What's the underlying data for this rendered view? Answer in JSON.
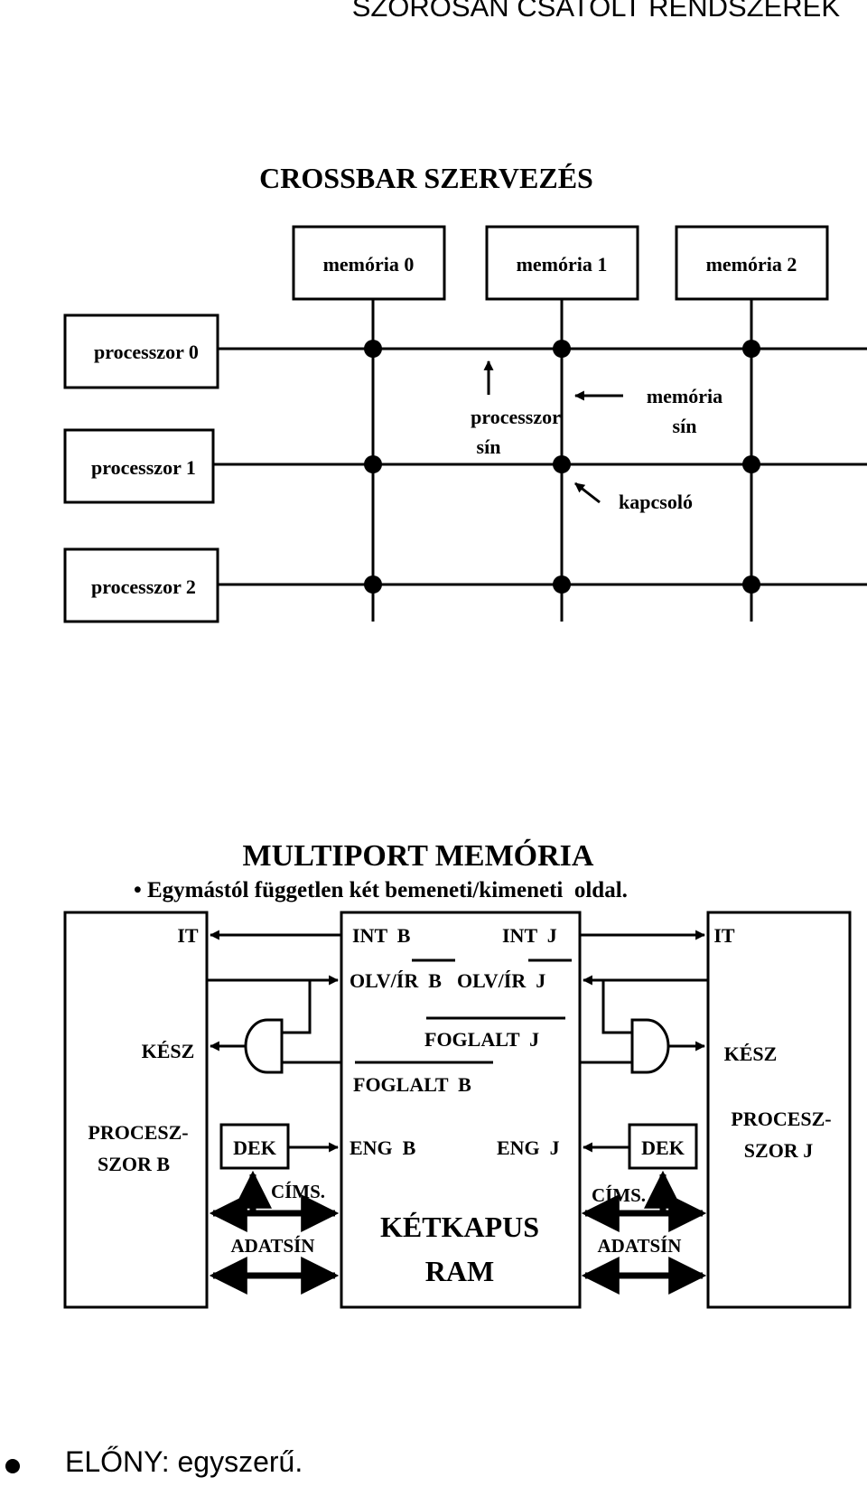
{
  "page_title": "SZOROSAN CSATOLT RENDSZEREK",
  "crossbar": {
    "title": "CROSSBAR SZERVEZÉS",
    "memories": [
      "memória 0",
      "memória 1",
      "memória 2"
    ],
    "processors": [
      "processzor 0",
      "processzor 1",
      "processzor 2"
    ],
    "processor_bus_label": [
      "processzor",
      "sín"
    ],
    "memory_bus_label": [
      "memória",
      "sín"
    ],
    "switch_label": "kapcsoló"
  },
  "multiport": {
    "title": "MULTIPORT MEMÓRIA",
    "subtitle": "• Egymástól független két bemeneti/kimeneti  oldal.",
    "left_processor": {
      "it": "IT",
      "kesz": "KÉSZ",
      "name_line1": "PROCESZ-",
      "name_line2": "SZOR B"
    },
    "right_processor": {
      "it": "IT",
      "kesz": "KÉSZ",
      "name_line1": "PROCESZ-",
      "name_line2": "SZOR J"
    },
    "ram": {
      "int_b": "INT  B",
      "int_j": "INT  J",
      "olv_ir_b": "OLV/ÍR  B",
      "olv_ir_j": "OLV/ÍR  J",
      "foglalt_j": "FOGLALT  J",
      "foglalt_b": "FOGLALT  B",
      "eng_b": "ENG  B",
      "eng_j": "ENG  J",
      "name_line1": "KÉTKAPUS",
      "name_line2": "RAM"
    },
    "dek_left": "DEK",
    "dek_right": "DEK",
    "cims_left": "CÍMS.",
    "cims_right": "CÍMS.",
    "adatsin_left": "ADATSÍN",
    "adatsin_right": "ADATSÍN"
  },
  "bullet": {
    "text": "ELŐNY: egyszerű."
  }
}
